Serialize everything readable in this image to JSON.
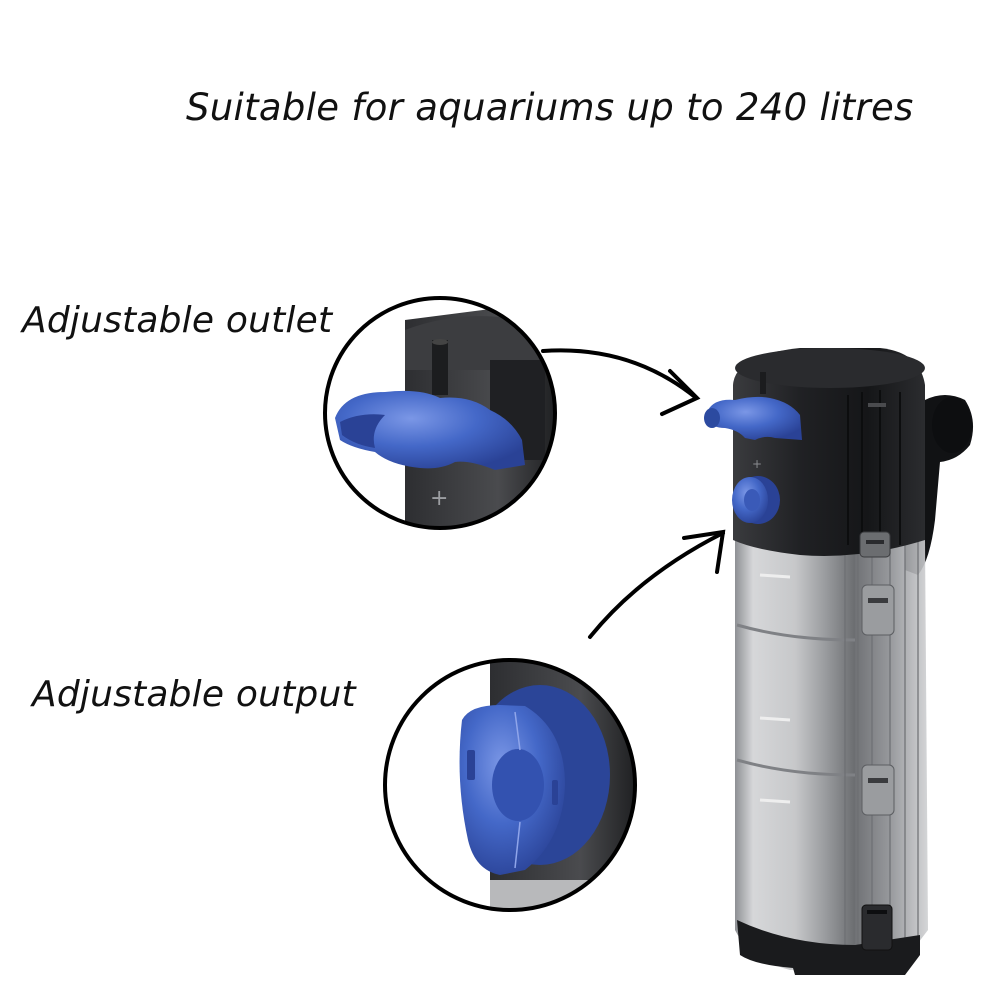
{
  "headline": "Suitable for aquariums up to 240 litres",
  "callouts": [
    {
      "label": "Adjustable outlet",
      "target": "outlet-nozzle"
    },
    {
      "label": "Adjustable output",
      "target": "flow-knob"
    }
  ],
  "product": {
    "name": "internal aquarium filter",
    "body_color": "#1e1f22",
    "canister_color": "#c9cacc",
    "accent_color": "#3f63c4",
    "marking": "+"
  },
  "colors": {
    "background": "#ffffff",
    "text": "#111111",
    "outline": "#000000",
    "accent_blue": "#3f63c4"
  }
}
